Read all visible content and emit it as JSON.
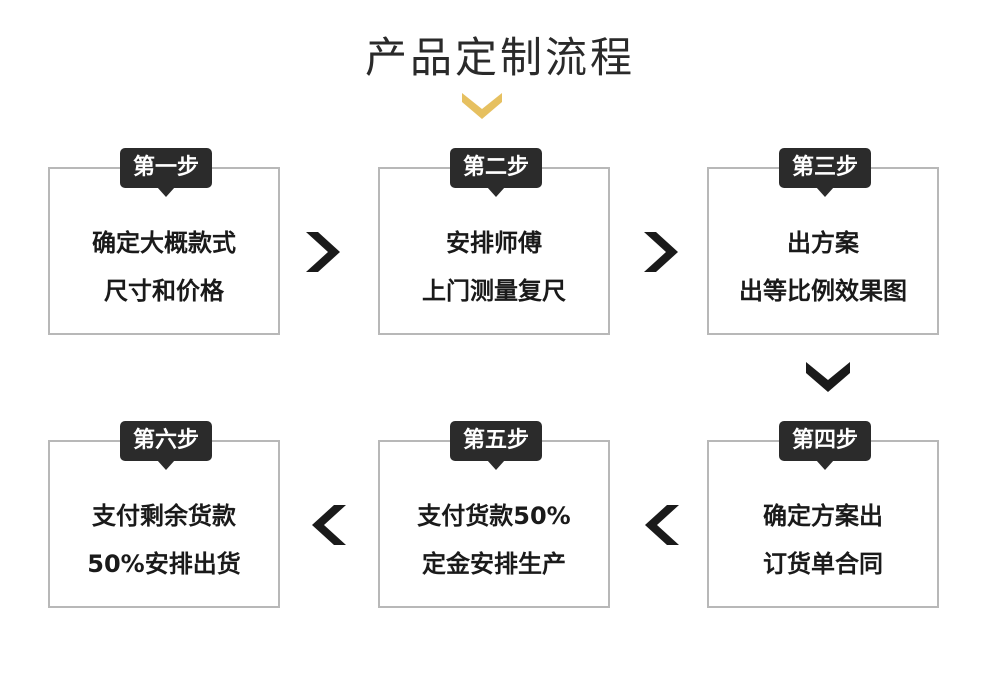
{
  "title": "产品定制流程",
  "colors": {
    "accent": "#e6c060",
    "dark": "#2b2b2b",
    "border": "#b8b8b8"
  },
  "steps": [
    {
      "badge": "第一步",
      "lines": [
        "确定大概款式",
        "尺寸和价格"
      ]
    },
    {
      "badge": "第二步",
      "lines": [
        "安排师傅",
        "上门测量复尺"
      ]
    },
    {
      "badge": "第三步",
      "lines": [
        "出方案",
        "出等比例效果图"
      ]
    },
    {
      "badge": "第四步",
      "lines": [
        "确定方案出",
        "订货单合同"
      ]
    },
    {
      "badge": "第五步",
      "lines": [
        "支付货款50%",
        "定金安排生产"
      ]
    },
    {
      "badge": "第六步",
      "lines": [
        "支付剩余货款",
        "50%安排出货"
      ]
    }
  ]
}
